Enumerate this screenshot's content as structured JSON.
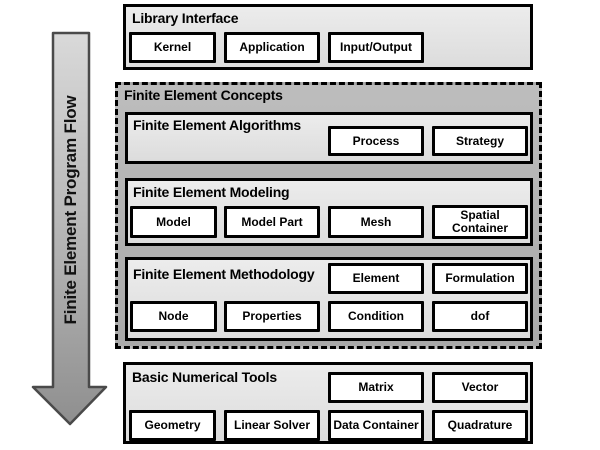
{
  "arrow": {
    "label": "Finite Element Program Flow",
    "gradient_top": "#d9d9d9",
    "gradient_bottom": "#8f8f8f",
    "border_color": "#4a4a4a"
  },
  "library": {
    "title": "Library Interface",
    "buttons": [
      "Kernel",
      "Application",
      "Input/Output"
    ]
  },
  "concepts": {
    "title": "Finite Element Concepts",
    "algorithms": {
      "title": "Finite Element Algorithms",
      "buttons": [
        "Process",
        "Strategy"
      ]
    },
    "modeling": {
      "title": "Finite Element Modeling",
      "buttons": [
        "Model",
        "Model Part",
        "Mesh",
        "Spatial Container"
      ]
    },
    "methodology": {
      "title": "Finite Element Methodology",
      "row1": [
        "Element",
        "Formulation"
      ],
      "row2": [
        "Node",
        "Properties",
        "Condition",
        "dof"
      ]
    }
  },
  "tools": {
    "title": "Basic Numerical Tools",
    "row1": [
      "Matrix",
      "Vector"
    ],
    "row2": [
      "Geometry",
      "Linear Solver",
      "Data Container",
      "Quadrature"
    ]
  },
  "colors": {
    "light_box_bg": "#e4e4e4",
    "concepts_box_bg": "#b0b0b0",
    "button_bg": "#ffffff",
    "border": "#000000",
    "page_bg": "#ffffff"
  }
}
